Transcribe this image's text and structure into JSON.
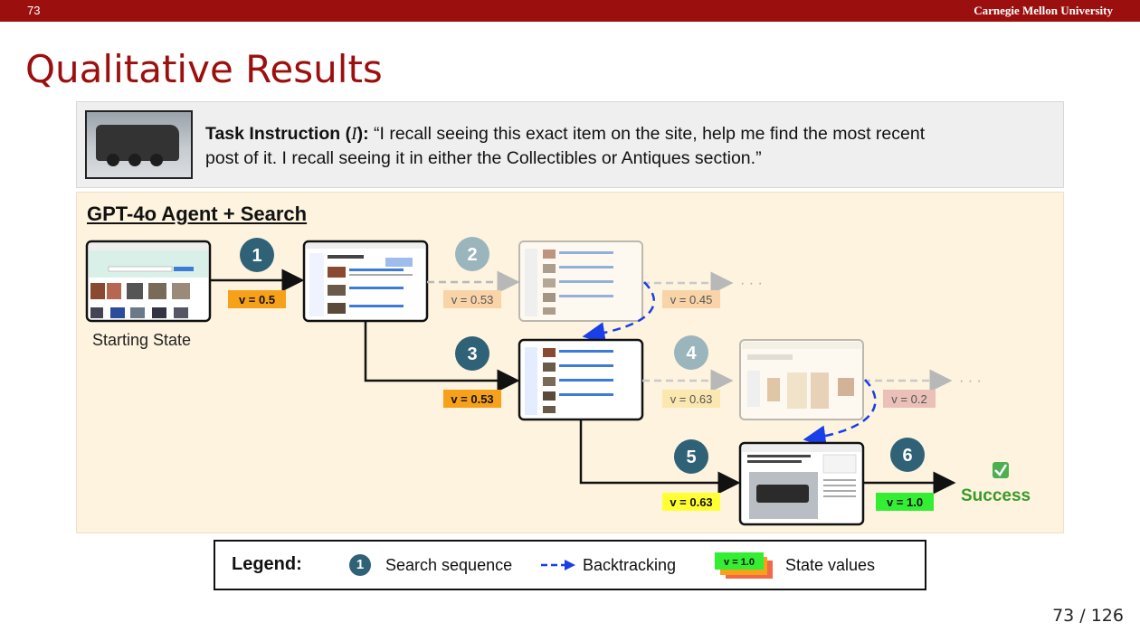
{
  "header": {
    "slide_number": "73",
    "university": "Carnegie Mellon University"
  },
  "slide_title": "Qualitative Results",
  "task": {
    "label": "Task Instruction (",
    "symbol": "I",
    "label_end": "):",
    "line1": "“I recall seeing this exact item on the site, help me find the most recent",
    "line2": "post of it. I recall seeing it in either the Collectibles or Antiques section.”"
  },
  "panel": {
    "title": "GPT-4o Agent + Search",
    "starting_state": "Starting State",
    "steps": [
      "1",
      "2",
      "3",
      "4",
      "5",
      "6"
    ],
    "values": {
      "step1": "v = 0.5",
      "step2": "v = 0.53",
      "step2_back": "v = 0.45",
      "step3": "v = 0.53",
      "step4": "v = 0.63",
      "step4_back": "v = 0.2",
      "step5": "v = 0.63",
      "step6": "v = 1.0"
    },
    "ellipsis": "· · ·",
    "success_label": "Success",
    "success_icon": "check-mark-icon"
  },
  "legend": {
    "title": "Legend:",
    "circle_number": "1",
    "search_sequence": "Search sequence",
    "backtracking": "Backtracking",
    "state_value_example": "v = 1.0",
    "state_values": "State values"
  },
  "colors": {
    "brand_red": "#9b0f0f",
    "step_circle": "#2f6276",
    "step_circle_faded": "#9bb5bd",
    "value_orange": "#f7a11a",
    "value_yellow": "#ffff33",
    "value_green": "#33ee33",
    "backtrack_blue": "#1a3ee8",
    "success_green": "#3a9a2a"
  },
  "page_number": "73 / 126"
}
